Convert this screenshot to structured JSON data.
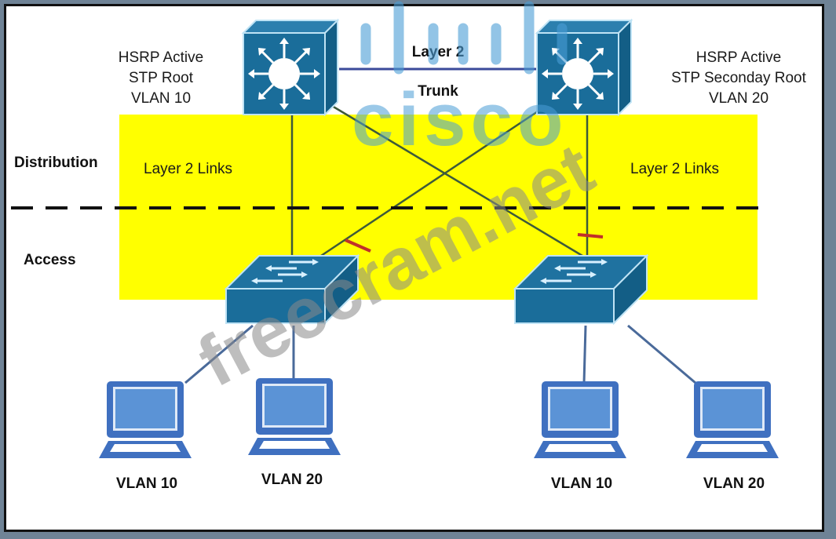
{
  "diagram": {
    "layers": {
      "distribution": "Distribution",
      "access": "Access"
    },
    "links_label_left": "Layer 2 Links",
    "links_label_right": "Layer 2 Links",
    "trunk": {
      "top": "Layer 2",
      "bottom": "Trunk"
    },
    "dist_left": {
      "line1": "HSRP Active",
      "line2": "STP Root",
      "line3": "VLAN 10"
    },
    "dist_right": {
      "line1": "HSRP Active",
      "line2": "STP Seconday Root",
      "line3": "VLAN 20"
    },
    "hosts": [
      {
        "label": "VLAN 10"
      },
      {
        "label": "VLAN 20"
      },
      {
        "label": "VLAN 10"
      },
      {
        "label": "VLAN 20"
      }
    ],
    "blocked_ports": 2,
    "colors": {
      "highlight": "#ffff00",
      "device": "#1a6d9a",
      "laptop": "#3f70c0",
      "blocked_mark": "#c0302a"
    },
    "watermarks": {
      "cisco": "cisco",
      "site": "freecram.net"
    }
  }
}
